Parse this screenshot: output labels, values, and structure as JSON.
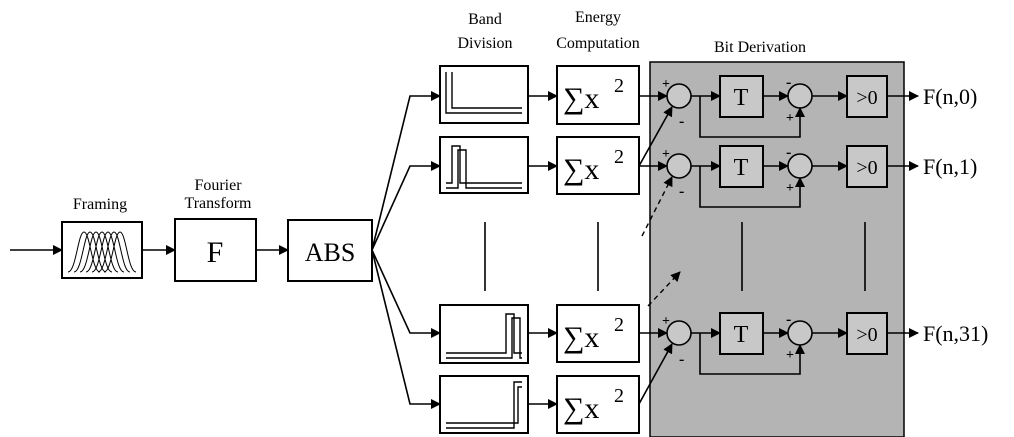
{
  "labels": {
    "framing": "Framing",
    "fourier_line1": "Fourier",
    "fourier_line2": "Transform",
    "band_line1": "Band",
    "band_line2": "Division",
    "energy_line1": "Energy",
    "energy_line2": "Computation",
    "bit_derivation": "Bit Derivation"
  },
  "blocks": {
    "fourier": "F",
    "abs": "ABS",
    "energy_sigma": "∑x",
    "energy_exp": "2",
    "delay": "T",
    "compare": ">0"
  },
  "signs": {
    "plus": "+",
    "minus": "-"
  },
  "outputs": [
    "F(n,0)",
    "F(n,1)",
    "F(n,31)"
  ],
  "colors": {
    "shaded_region": "#b4b4b4",
    "block_fill": "#c8c8c8"
  }
}
